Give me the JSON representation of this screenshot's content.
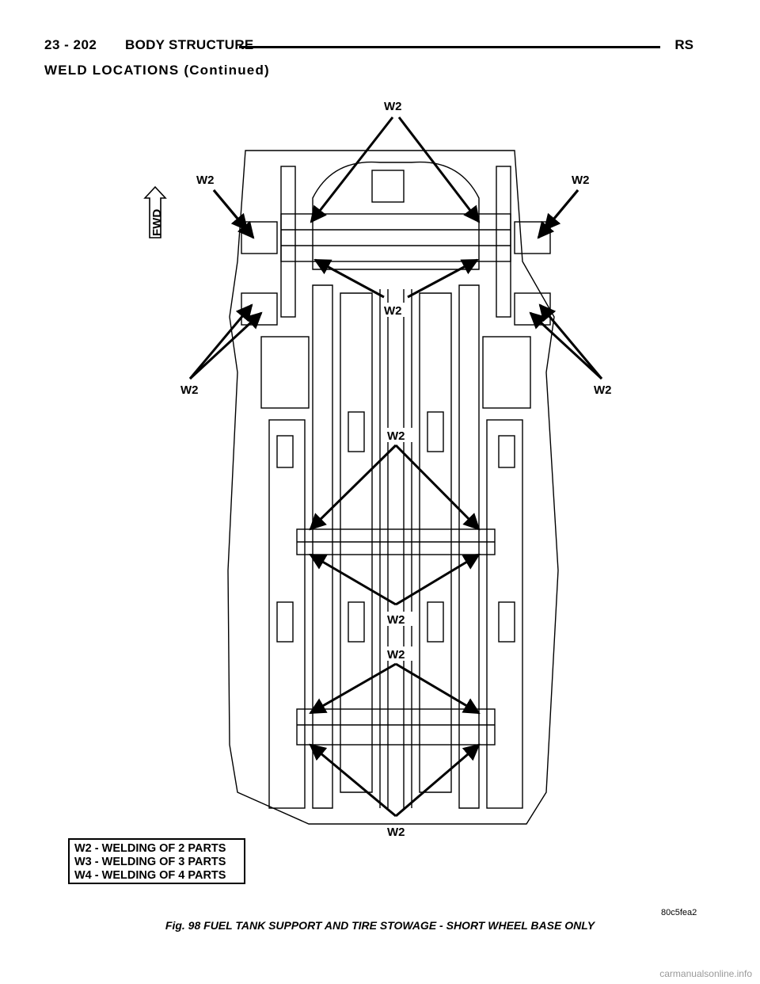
{
  "header": {
    "page_number": "23 - 202",
    "chapter": "BODY STRUCTURE",
    "code": "RS"
  },
  "section_title": "WELD LOCATIONS (Continued)",
  "figure": {
    "fwd_label": "FWD",
    "callout_labels": [
      "W2",
      "W2",
      "W2",
      "W2",
      "W2",
      "W2",
      "W2",
      "W2",
      "W2",
      "W2"
    ],
    "legend": [
      "W2 - WELDING OF 2 PARTS",
      "W3 - WELDING OF 3 PARTS",
      "W4 - WELDING OF 4 PARTS"
    ],
    "image_code": "80c5fea2",
    "caption": "Fig. 98 FUEL TANK SUPPORT AND TIRE STOWAGE - SHORT WHEEL BASE ONLY"
  },
  "watermark": "carmanualsonline.info"
}
